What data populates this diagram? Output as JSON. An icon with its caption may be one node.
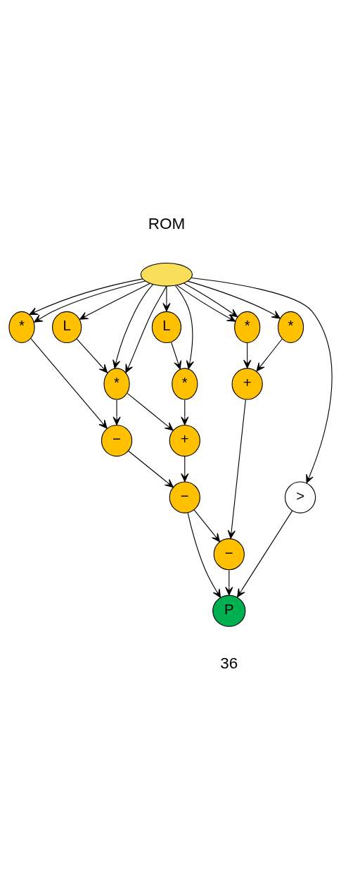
{
  "diagram": {
    "nodes": [
      {
        "text": [],
        "shape": "ellipse"
      },
      {
        "text": [
          "*"
        ]
      },
      {
        "text": [
          "L"
        ]
      },
      {
        "text": [
          "L"
        ]
      },
      {
        "text": [
          "*"
        ]
      },
      {
        "text": [
          "*"
        ]
      },
      {
        "text": [
          "−"
        ]
      },
      {
        "text": [
          "+"
        ]
      },
      {
        "text": [
          "*"
        ]
      },
      {
        "text": [
          "*"
        ]
      },
      {
        "text": [
          "+"
        ]
      },
      {
        "text": [
          "−"
        ]
      },
      {
        "text": [
          "−"
        ]
      },
      {
        "text": [
          ">"
        ]
      },
      {
        "text": [
          "P"
        ]
      }
    ],
    "edges": [
      {
        "from": 0,
        "to": 1,
        "arrow": "to"
      },
      {
        "from": 0,
        "to": 1,
        "arrow": "to"
      },
      {
        "from": 0,
        "to": 4,
        "arrow": "to"
      },
      {
        "from": 0,
        "to": 4,
        "arrow": "to"
      },
      {
        "from": 0,
        "to": 2,
        "arrow": "to"
      },
      {
        "from": 0,
        "to": 3,
        "arrow": "to"
      },
      {
        "from": 2,
        "to": 4,
        "arrow": "to"
      },
      {
        "from": 3,
        "to": 5,
        "arrow": "to"
      },
      {
        "from": 0,
        "to": 5,
        "arrow": "to"
      },
      {
        "from": 0,
        "to": 8,
        "arrow": "to"
      },
      {
        "from": 0,
        "to": 8,
        "arrow": "to"
      },
      {
        "from": 0,
        "to": 9,
        "arrow": "to"
      },
      {
        "from": 0,
        "to": 13,
        "arrow": "to"
      },
      {
        "from": 1,
        "to": 6,
        "arrow": "to"
      },
      {
        "from": 4,
        "to": 6,
        "arrow": "to"
      },
      {
        "from": 4,
        "to": 7,
        "arrow": "to"
      },
      {
        "from": 5,
        "to": 7,
        "arrow": "to"
      },
      {
        "from": 8,
        "to": 10,
        "arrow": "to"
      },
      {
        "from": 9,
        "to": 10,
        "arrow": "to"
      },
      {
        "from": 6,
        "to": 11,
        "arrow": "to"
      },
      {
        "from": 7,
        "to": 11,
        "arrow": "to"
      },
      {
        "from": 11,
        "to": 12,
        "arrow": "to"
      },
      {
        "from": 10,
        "to": 12,
        "arrow": "to"
      },
      {
        "from": 11,
        "to": 14,
        "arrow": "to"
      },
      {
        "from": 12,
        "to": 14,
        "arrow": "to"
      },
      {
        "from": 13,
        "to": 14,
        "arrow": "to"
      }
    ],
    "labels": [
      "ROM",
      "36"
    ]
  }
}
